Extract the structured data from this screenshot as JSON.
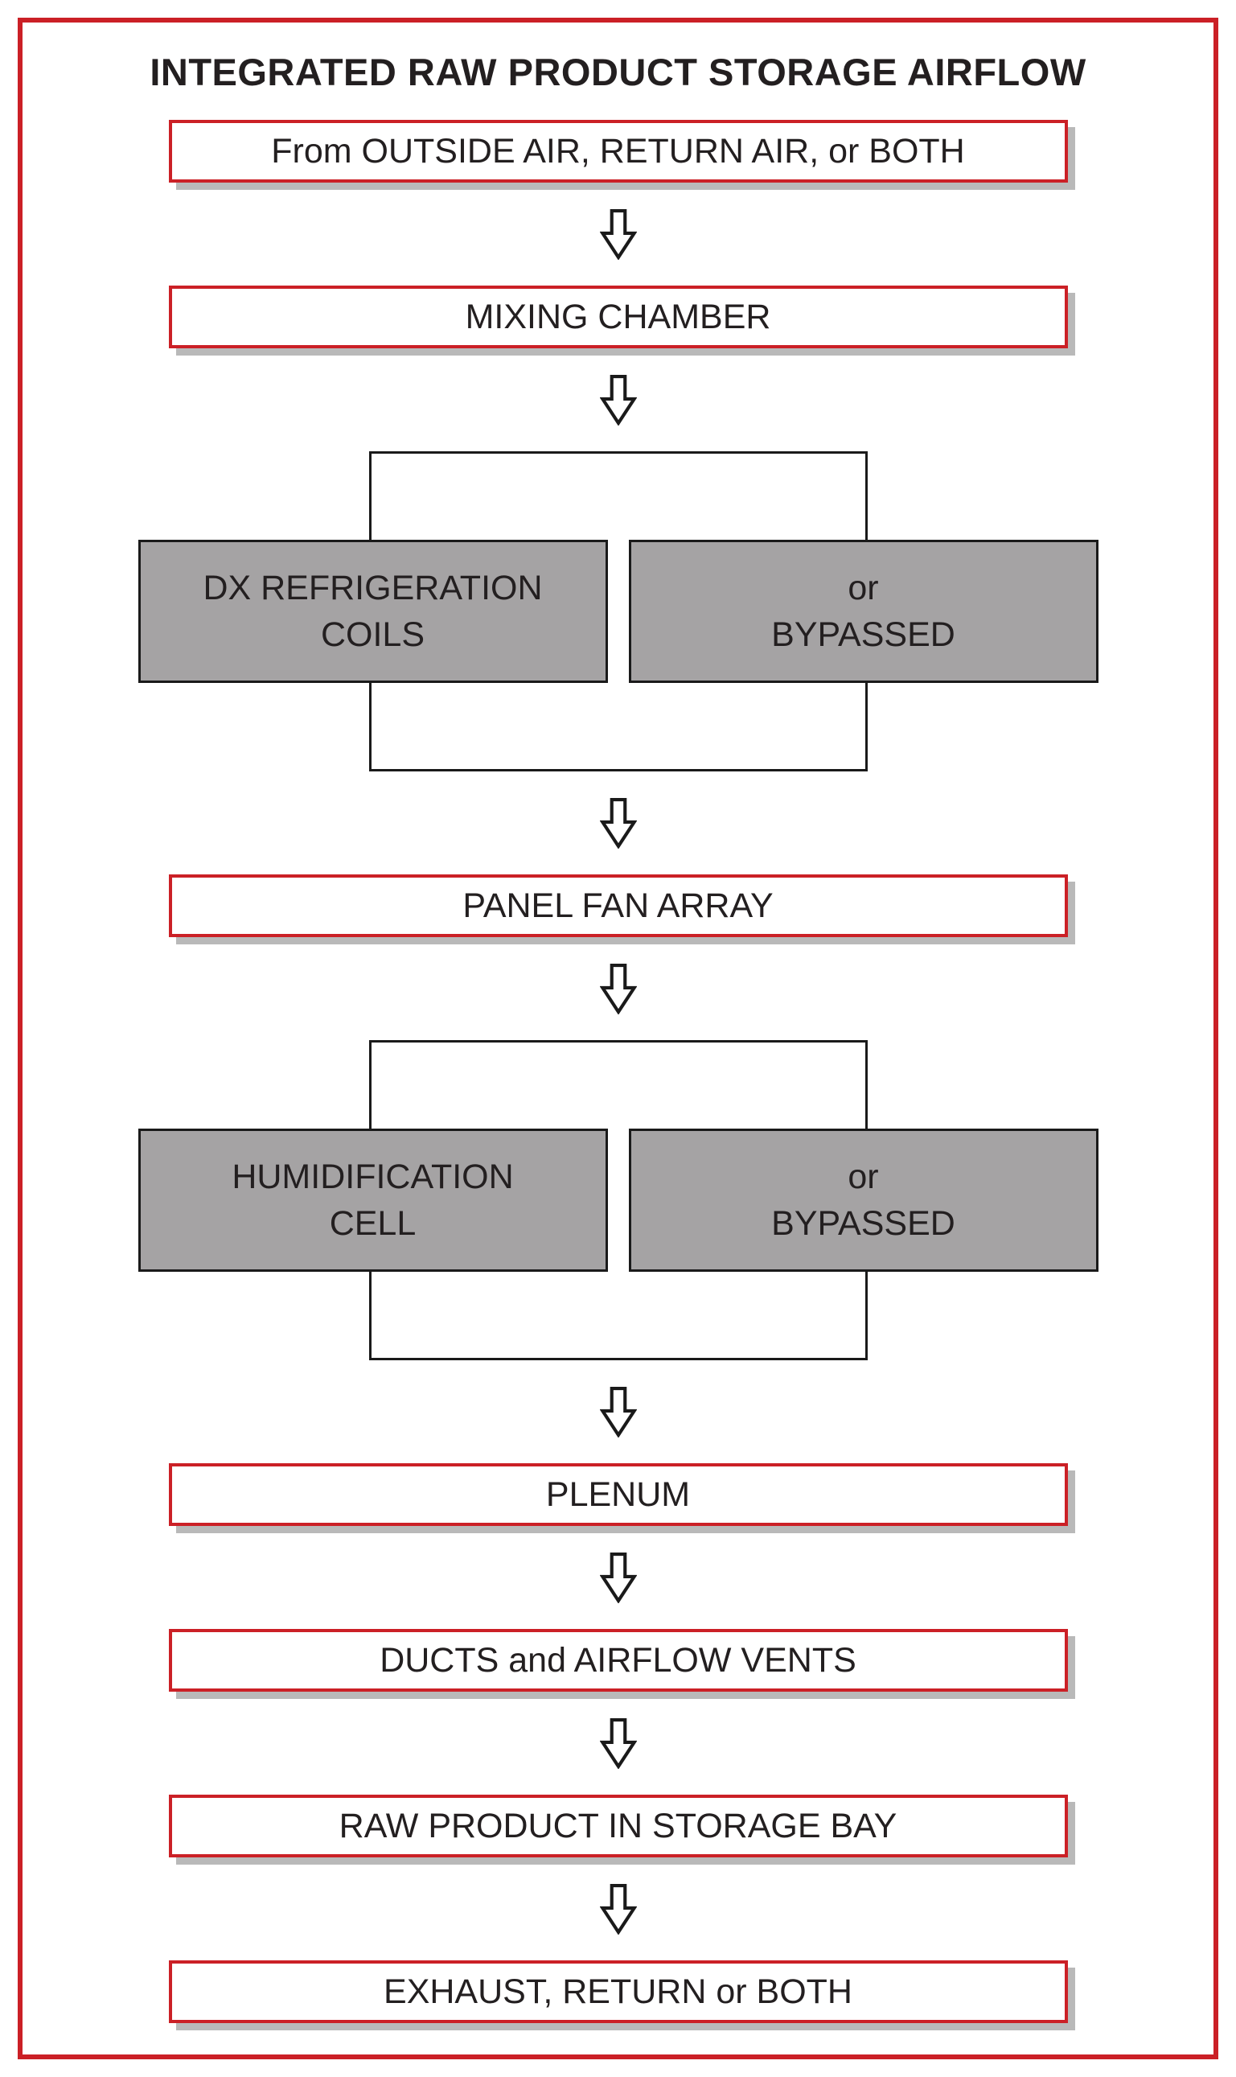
{
  "title": "INTEGRATED RAW PRODUCT STORAGE AIRFLOW",
  "boxes": {
    "source": "From OUTSIDE AIR, RETURN AIR, or BOTH",
    "mixing": "MIXING CHAMBER",
    "panel_fan": "PANEL FAN ARRAY",
    "plenum": "PLENUM",
    "ducts": "DUCTS and AIRFLOW VENTS",
    "storage": "RAW PRODUCT IN STORAGE BAY",
    "exhaust": "EXHAUST, RETURN or BOTH"
  },
  "branches": {
    "refrigeration": {
      "option_a": {
        "line1": "DX REFRIGERATION",
        "line2": "COILS"
      },
      "option_b": {
        "line1": "or",
        "line2": "BYPASSED"
      }
    },
    "humidification": {
      "option_a": {
        "line1": "HUMIDIFICATION",
        "line2": "CELL"
      },
      "option_b": {
        "line1": "or",
        "line2": "BYPASSED"
      }
    }
  },
  "colors": {
    "border_red": "#cb2026",
    "box_gray": "#a5a3a4",
    "shadow_gray": "#b9b9b9",
    "line_black": "#1a1a1a",
    "text": "#231f20"
  }
}
